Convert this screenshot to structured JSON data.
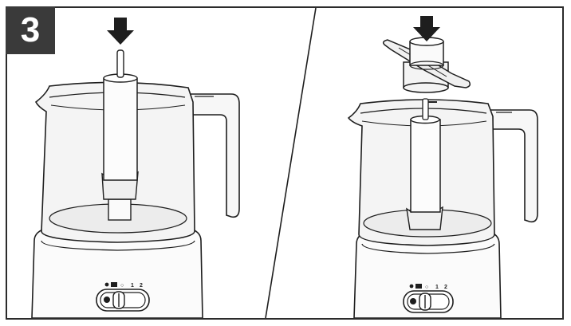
{
  "step": {
    "number": "3"
  },
  "panels": [
    {
      "name": "insert-drive-shaft",
      "icons": [
        "down-arrow-icon",
        "drive-shaft",
        "food-processor-bowl",
        "motor-base"
      ],
      "dial": {
        "off_symbol": "○",
        "speed_1": "1",
        "speed_2": "2"
      }
    },
    {
      "name": "attach-blade",
      "icons": [
        "down-arrow-icon",
        "blade-attachment",
        "drive-shaft",
        "food-processor-bowl",
        "motor-base"
      ],
      "dial": {
        "off_symbol": "○",
        "speed_1": "1",
        "speed_2": "2"
      }
    }
  ],
  "colors": {
    "outline": "#1e1e1e",
    "badge_bg": "#3a3a3a",
    "bowl_fill": "#f2f2f2",
    "shaft_fill": "#fafafa"
  }
}
